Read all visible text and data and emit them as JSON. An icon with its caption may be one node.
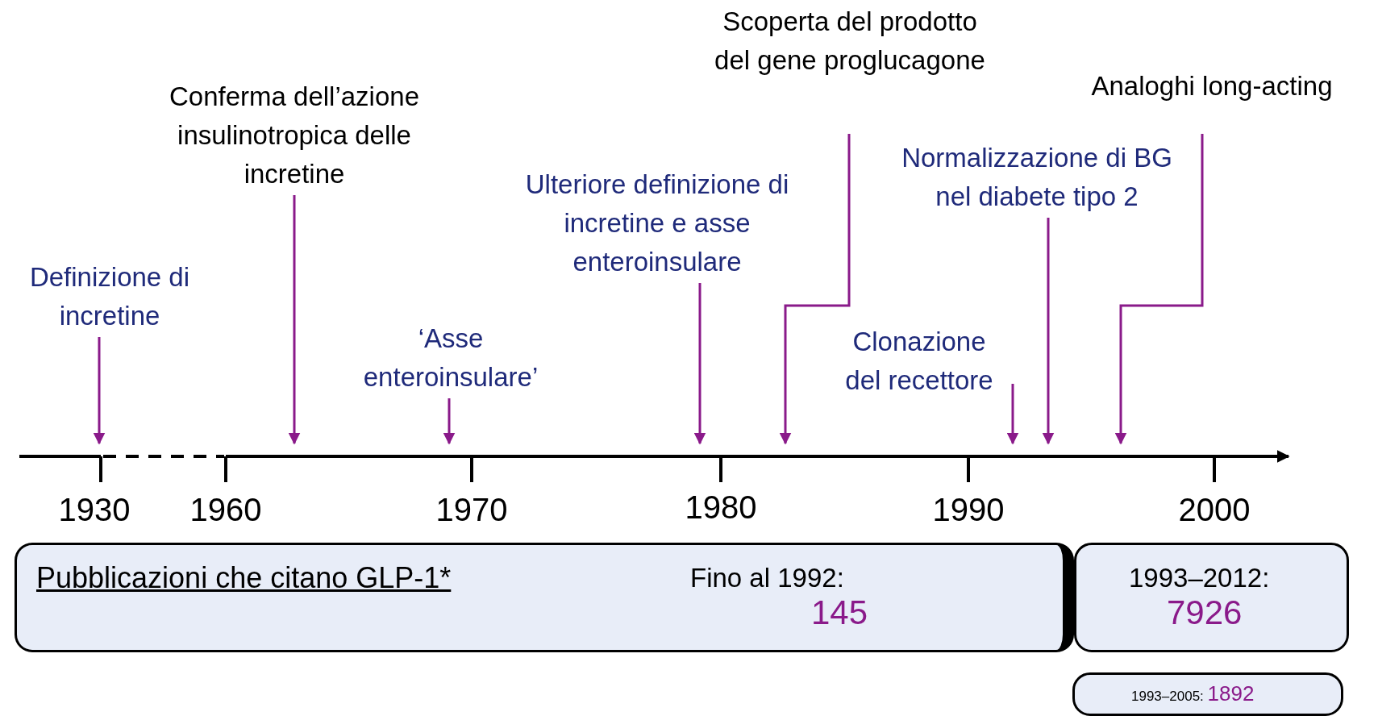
{
  "diagram": {
    "nodes": [
      {
        "text": [
          "Definizione di incretine"
        ]
      },
      {
        "text": [
          "Conferma dell’azione insulinotropica delle incretine"
        ]
      },
      {
        "text": [
          "‘Asse enteroinsulare’"
        ]
      },
      {
        "text": [
          "Ulteriore definizione di incretine e asse enteroinsulare"
        ]
      },
      {
        "text": [
          "Scoperta del prodotto del gene proglucagone"
        ]
      },
      {
        "text": [
          "Clonazione del recettore"
        ]
      },
      {
        "text": [
          "Normalizzazione di BG nel diabete tipo 2"
        ]
      },
      {
        "text": [
          "Analoghi long-acting"
        ]
      },
      {
        "text": [
          "Pubblicazioni che citano GLP-1*",
          "Fino al 1992:",
          "145"
        ]
      },
      {
        "text": [
          "1993–2012:",
          "7926"
        ]
      },
      {
        "text": [
          "1993–2005:",
          "1892"
        ]
      }
    ],
    "edges": [
      {
        "from": 0,
        "to": null,
        "arrow": "to"
      },
      {
        "from": 1,
        "to": null,
        "arrow": "to"
      },
      {
        "from": 2,
        "to": null,
        "arrow": "to"
      },
      {
        "from": 3,
        "to": null,
        "arrow": "to"
      },
      {
        "from": 4,
        "to": null,
        "arrow": "to"
      },
      {
        "from": 5,
        "to": null,
        "arrow": "to"
      },
      {
        "from": 6,
        "to": null,
        "arrow": "to"
      },
      {
        "from": 7,
        "to": null,
        "arrow": "to"
      }
    ],
    "labels": [
      "1930",
      "1960",
      "1970",
      "1980",
      "1990",
      "2000"
    ]
  }
}
